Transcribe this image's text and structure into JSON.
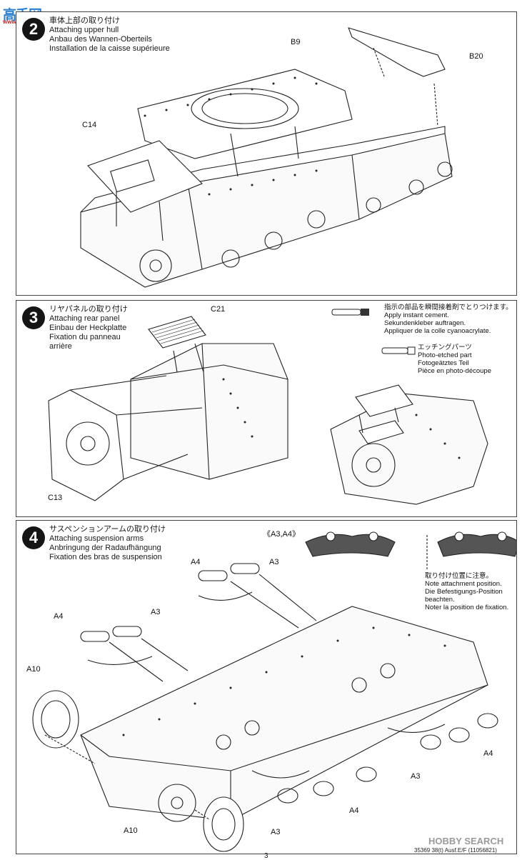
{
  "site_logo": {
    "glyphs": "高手网",
    "url": "www.ghsoku.com"
  },
  "steps": [
    {
      "number": "2",
      "titles": [
        "車体上部の取り付け",
        "Attaching upper hull",
        "Anbau des Wannen-Oberteils",
        "Installation de la caisse supérieure"
      ],
      "parts": {
        "b9": "B9",
        "b20": "B20",
        "c14": "C14"
      }
    },
    {
      "number": "3",
      "titles": [
        "リヤパネルの取り付け",
        "Attaching rear panel",
        "Einbau der Heckplatte",
        "Fixation du panneau",
        "arrière"
      ],
      "parts": {
        "c21": "C21",
        "c13": "C13"
      },
      "cement_note": [
        "指示の部品を瞬間接着剤でとりつけます。",
        "Apply instant cement.",
        "Sekundenkleber auftragen.",
        "Appliquer de la colle cyanoacrylate."
      ],
      "etched_note": [
        "エッチングパーツ",
        "Photo-etched part",
        "Fotogeätztes Teil",
        "Pièce en photo-découpe"
      ]
    },
    {
      "number": "4",
      "titles": [
        "サスペンションアームの取り付け",
        "Attaching suspension arms",
        "Anbringung der Radaufhängung",
        "Fixation des bras de suspension"
      ],
      "detail_label": "《A3,A4》",
      "attach_note": [
        "取り付け位置に注意。",
        "Note attachment position.",
        "Die Befestigungs-Position",
        "beachten.",
        "Noter la position de fixation."
      ],
      "parts": {
        "a4": "A4",
        "a3": "A3",
        "a10": "A10"
      }
    }
  ],
  "footer": {
    "code": "35369  38(t) Ausf.E/F (11056821)",
    "page": "3"
  },
  "watermark": "HOBBY SEARCH"
}
